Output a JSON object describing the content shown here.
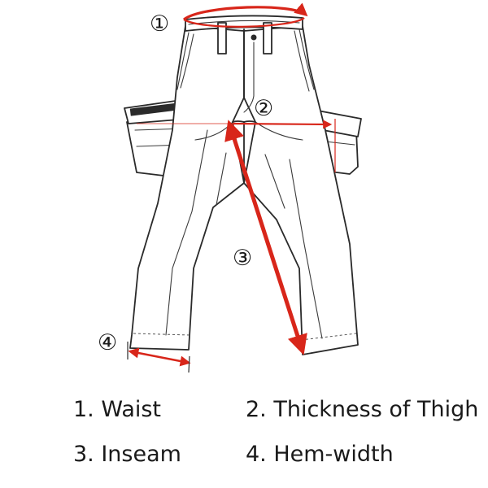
{
  "callouts": {
    "c1": "①",
    "c2": "②",
    "c3": "③",
    "c4": "④"
  },
  "legend": {
    "waist": "1. Waist",
    "thigh": "2. Thickness of Thigh",
    "inseam": "3. Inseam",
    "hem": "4. Hem-width"
  },
  "colors": {
    "measure": "#d8261a",
    "outline": "#2a2a2a"
  }
}
